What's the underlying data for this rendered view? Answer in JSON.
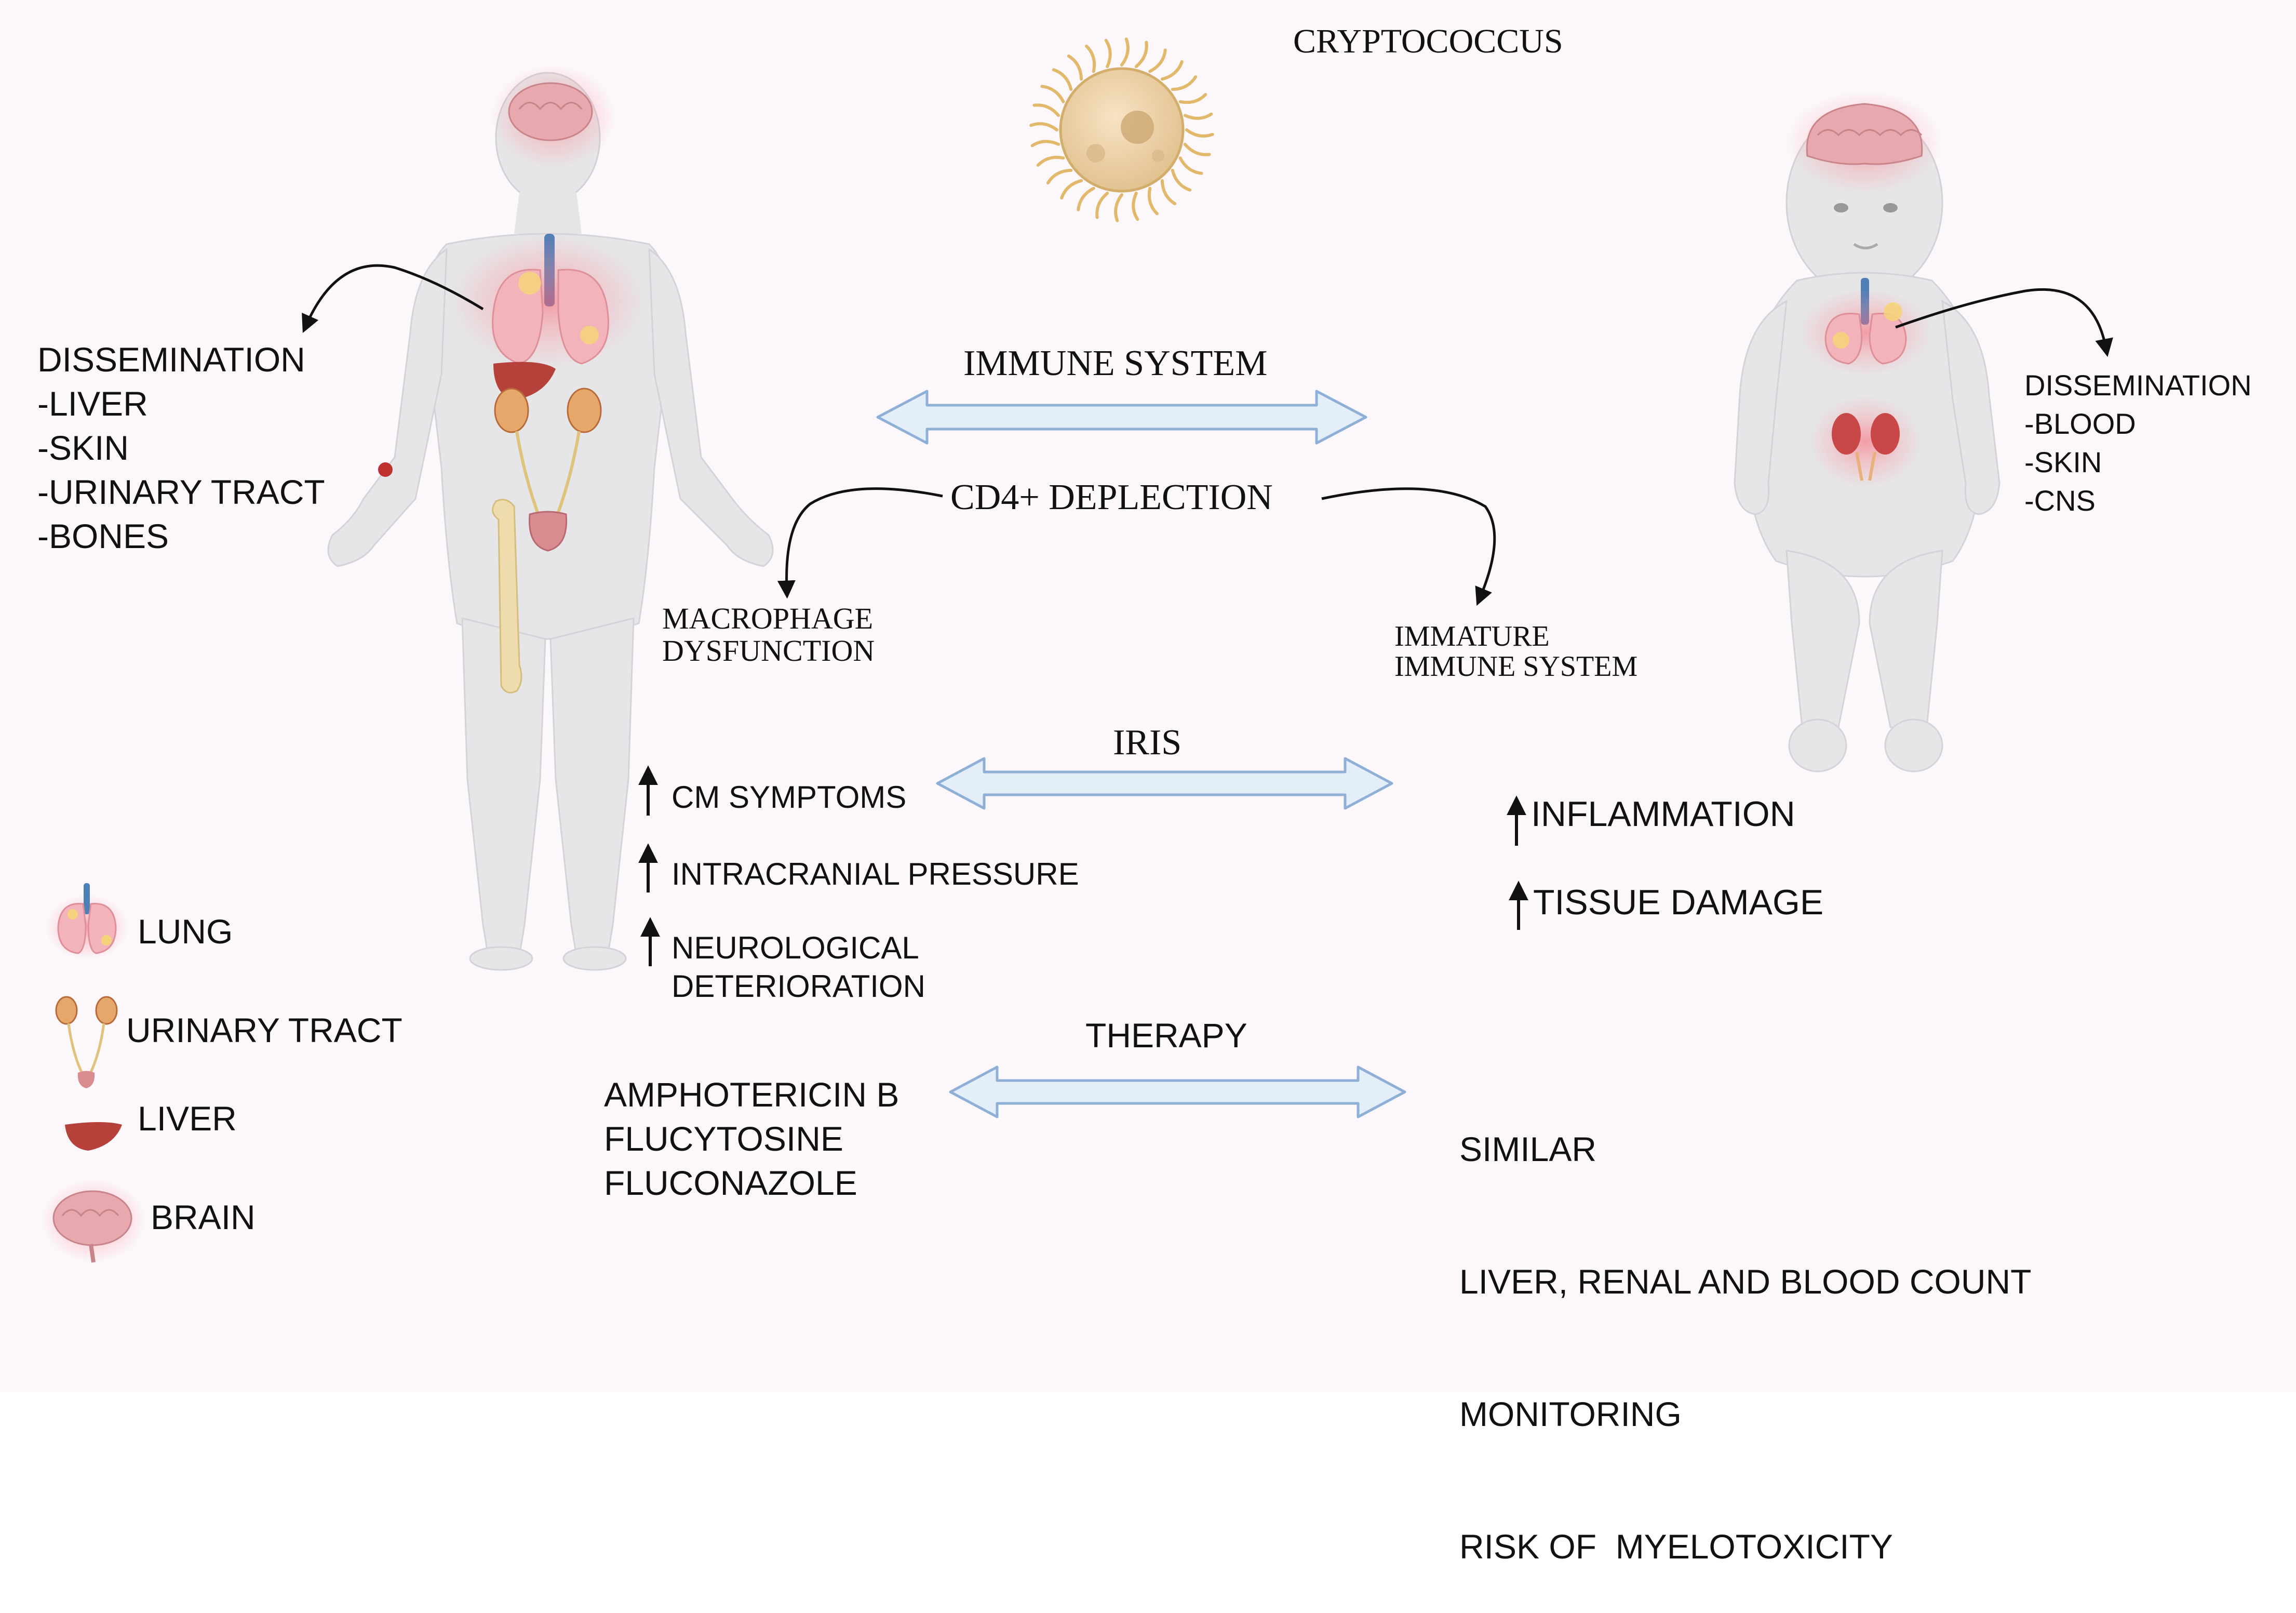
{
  "title": "CRYPTOCOCCUS",
  "adult": {
    "dissemination": {
      "heading": "DISSEMINATION",
      "items": [
        "-LIVER",
        "-SKIN",
        "-URINARY TRACT",
        "-BONES"
      ]
    }
  },
  "child": {
    "dissemination": {
      "heading": "DISSEMINATION",
      "items": [
        "-BLOOD",
        "-SKIN",
        "-CNS"
      ]
    }
  },
  "immune_system": {
    "label": "IMMUNE SYSTEM",
    "cd4_label": "CD4+ DEPLECTION",
    "adult_effect": [
      "MACROPHAGE",
      "DYSFUNCTION"
    ],
    "child_effect": [
      "IMMATURE",
      "IMMUNE SYSTEM"
    ]
  },
  "iris": {
    "label": "IRIS",
    "adult_items": [
      "CM SYMPTOMS",
      "INTRACRANIAL PRESSURE",
      "NEUROLOGICAL",
      "DETERIORATION"
    ],
    "child_items": [
      "INFLAMMATION",
      "TISSUE DAMAGE"
    ]
  },
  "therapy": {
    "label": "THERAPY",
    "adult_drugs": [
      "AMPHOTERICIN B",
      "FLUCYTOSINE",
      "FLUCONAZOLE"
    ],
    "child_notes": [
      "SIMILAR",
      "LIVER, RENAL AND BLOOD COUNT",
      "MONITORING",
      "RISK OF  MYELOTOXICITY"
    ]
  },
  "legend": {
    "lung": "LUNG",
    "urinary_tract": "URINARY TRACT",
    "liver": "LIVER",
    "brain": "BRAIN"
  },
  "colors": {
    "background": "#fbf7fb",
    "body": "#e8e8ea",
    "arrow_fill": "#e3eef8",
    "arrow_stroke": "#8fb0d6",
    "lung": "#f4b7bf",
    "liver": "#b5413a",
    "brain": "#e5a8ad",
    "bone": "#eed9a8",
    "trachea": "#4f7fb7",
    "glow": "#ff6b78"
  }
}
